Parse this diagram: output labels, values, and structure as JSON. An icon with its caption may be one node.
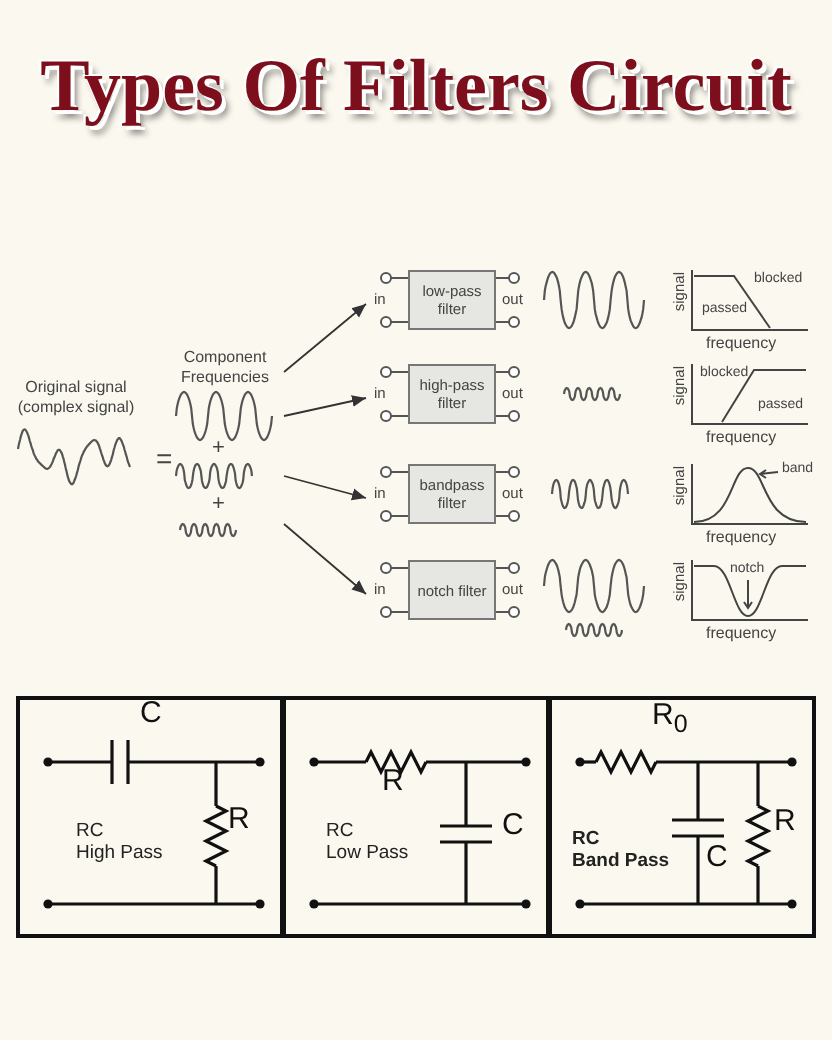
{
  "diagram": {
    "title": "Types Of Filters Circuit",
    "nodes": [
      {
        "text": [
          "Component Frequencies"
        ]
      },
      {
        "text": [
          "low-pass filter"
        ]
      },
      {
        "text": [
          "high-pass filter"
        ]
      },
      {
        "text": [
          "bandpass filter"
        ]
      },
      {
        "text": [
          "notch filter"
        ]
      },
      {
        "text": [
          "RC High Pass"
        ]
      },
      {
        "text": [
          "RC Low Pass"
        ]
      },
      {
        "text": [
          "RC Band Pass"
        ]
      }
    ],
    "edges": [
      {
        "from": 0,
        "to": 1,
        "arrow": "to"
      },
      {
        "from": 0,
        "to": 2,
        "arrow": "to"
      },
      {
        "from": 0,
        "to": 3,
        "arrow": "to"
      },
      {
        "from": 0,
        "to": 4,
        "arrow": "to"
      }
    ],
    "labels": [
      "Original signal (complex signal)",
      "=",
      "+",
      "+",
      "in",
      "out",
      "signal",
      "blocked",
      "passed",
      "frequency",
      "in",
      "out",
      "signal",
      "blocked",
      "passed",
      "frequency",
      "in",
      "out",
      "signal",
      "band",
      "frequency",
      "in",
      "out",
      "signal",
      "notch",
      "frequency",
      "C",
      "R",
      "R",
      "C",
      "R$_{0}$",
      "C",
      "R"
    ]
  }
}
